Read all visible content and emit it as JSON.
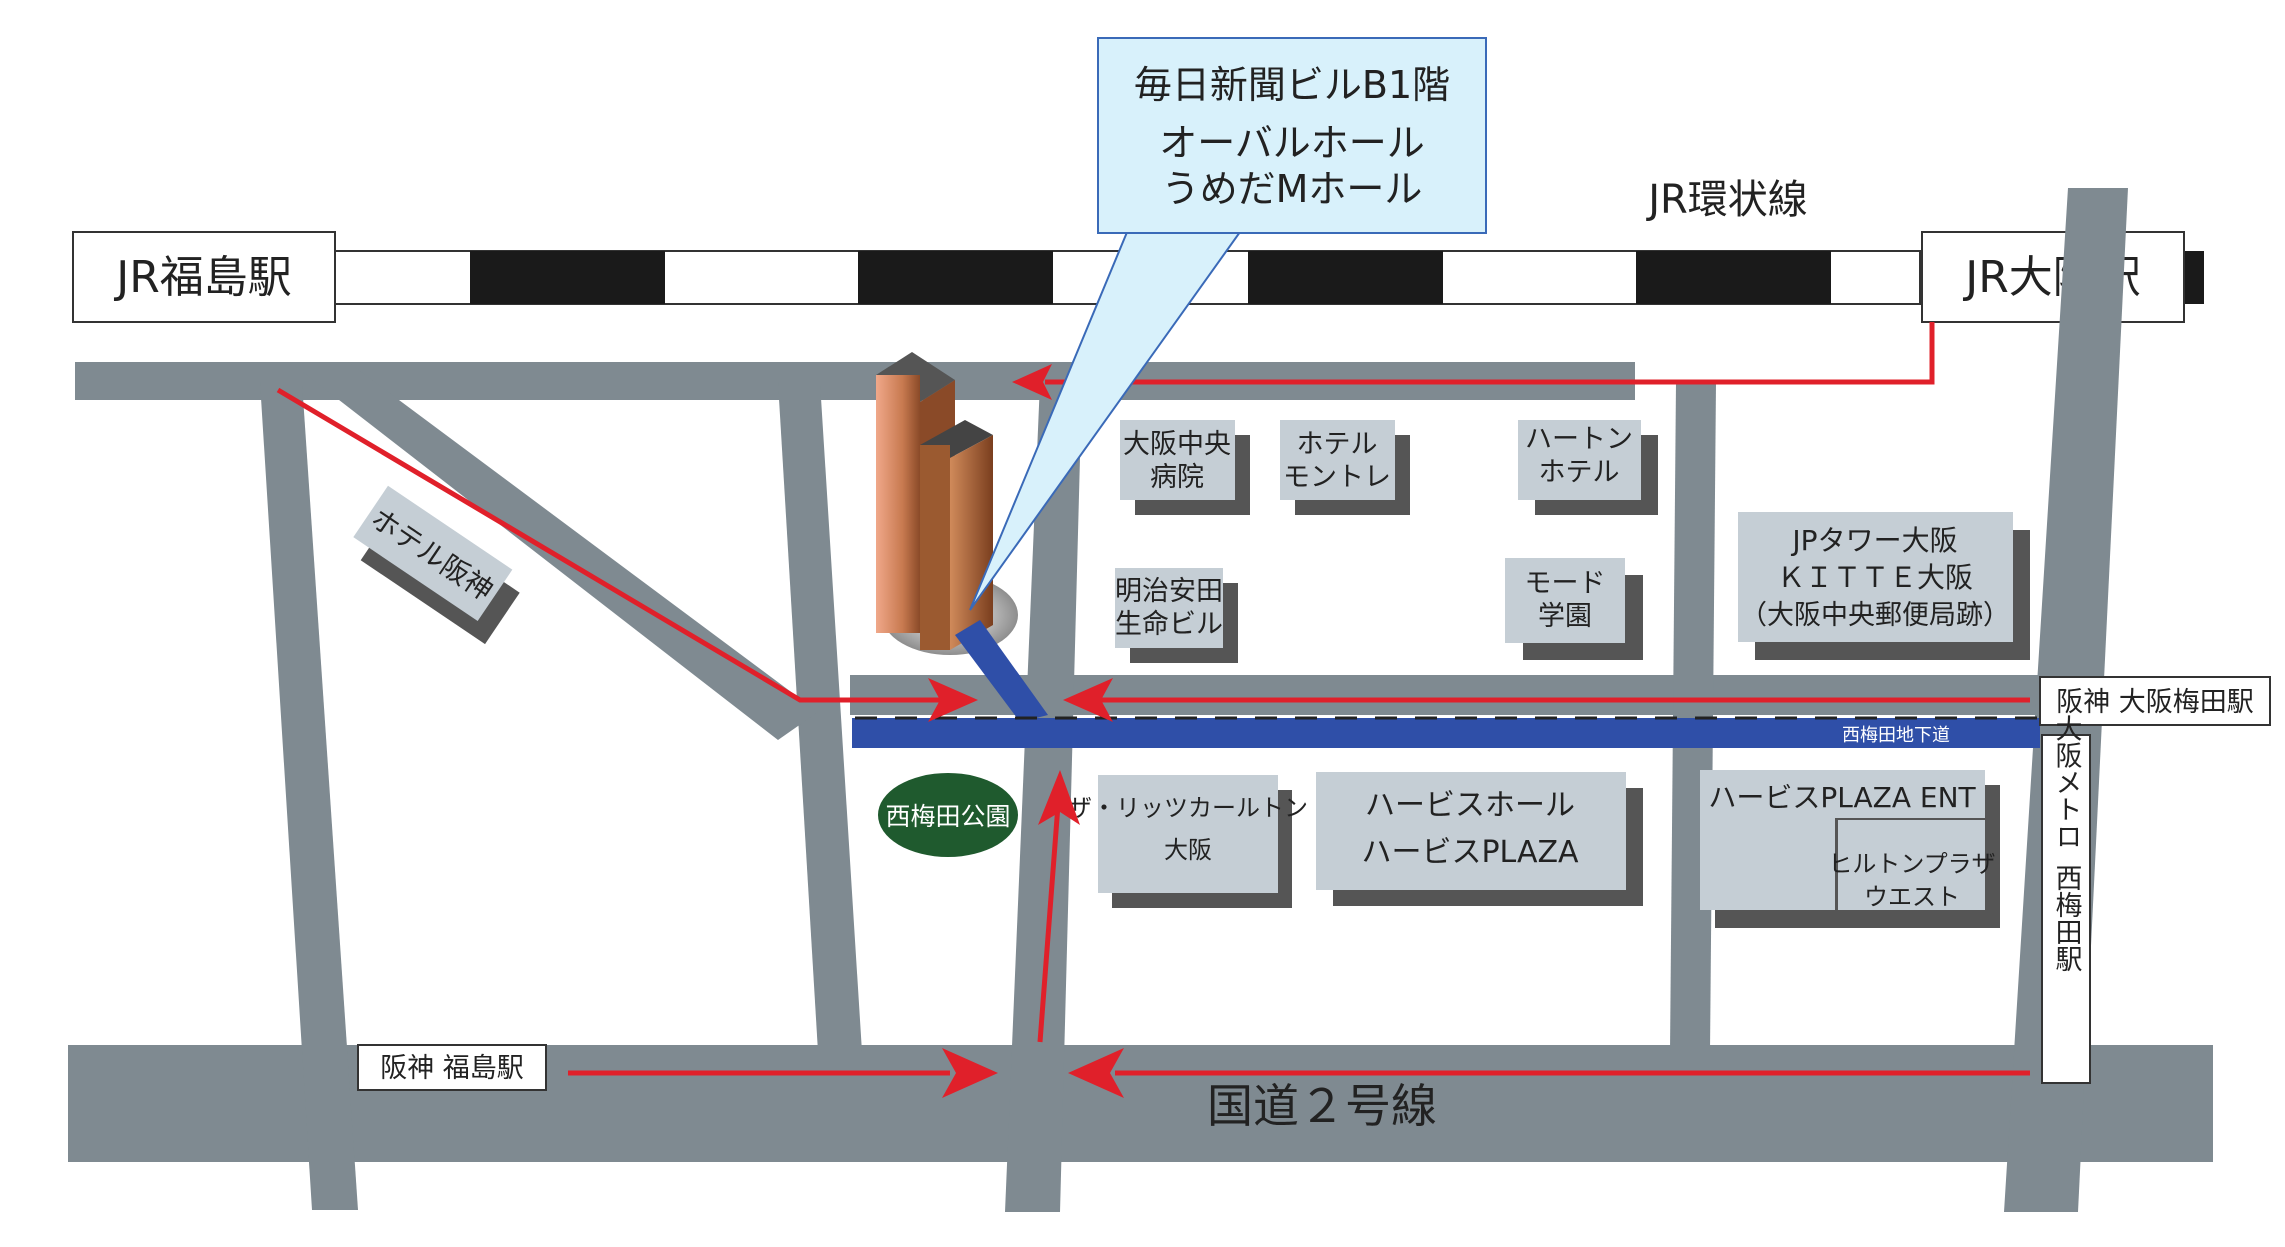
{
  "callout": {
    "line1": "毎日新聞ビルB1階",
    "line2": "オーバルホール",
    "line3": "うめだMホール"
  },
  "rail": {
    "line_name": "JR環状線",
    "station_left": "JR福島駅",
    "station_right": "JR大阪駅"
  },
  "road": {
    "main_road": "国道２号線"
  },
  "underground": {
    "label": "西梅田地下道"
  },
  "stations": {
    "hanshin_umeda": "阪神 大阪梅田駅",
    "hanshin_fukushima": "阪神 福島駅",
    "metro_line1": "大阪メトロ",
    "metro_line2": "西梅田駅"
  },
  "park": {
    "label": "西梅田公園"
  },
  "buildings": {
    "hotel_hanshin": "ホテル阪神",
    "hospital_l1": "大阪中央",
    "hospital_l2": "病院",
    "monterey_l1": "ホテル",
    "monterey_l2": "モントレ",
    "hearton_l1": "ハートン",
    "hearton_l2": "ホテル",
    "meiji_l1": "明治安田",
    "meiji_l2": "生命ビル",
    "mode_l1": "モード",
    "mode_l2": "学園",
    "jp_l1": "JPタワー大阪",
    "jp_l2": "ＫＩＴＴＥ大阪",
    "jp_l3": "（大阪中央郵便局跡）",
    "ritz_l1": "ザ・リッツカールトン",
    "ritz_l2": "大阪",
    "herbis_l1": "ハービスホール",
    "herbis_l2": "ハービスPLAZA",
    "herbis_ent": "ハービスPLAZA ENT",
    "hilton_l1": "ヒルトンプラザ",
    "hilton_l2": "ウエスト"
  },
  "colors": {
    "road": "#7f8a91",
    "route": "#e0202a",
    "underground": "#2f4fa8",
    "building": "#c5ced5",
    "building_shadow": "#555555",
    "callout": "#d8f1fb",
    "park": "#1f5a2e"
  }
}
